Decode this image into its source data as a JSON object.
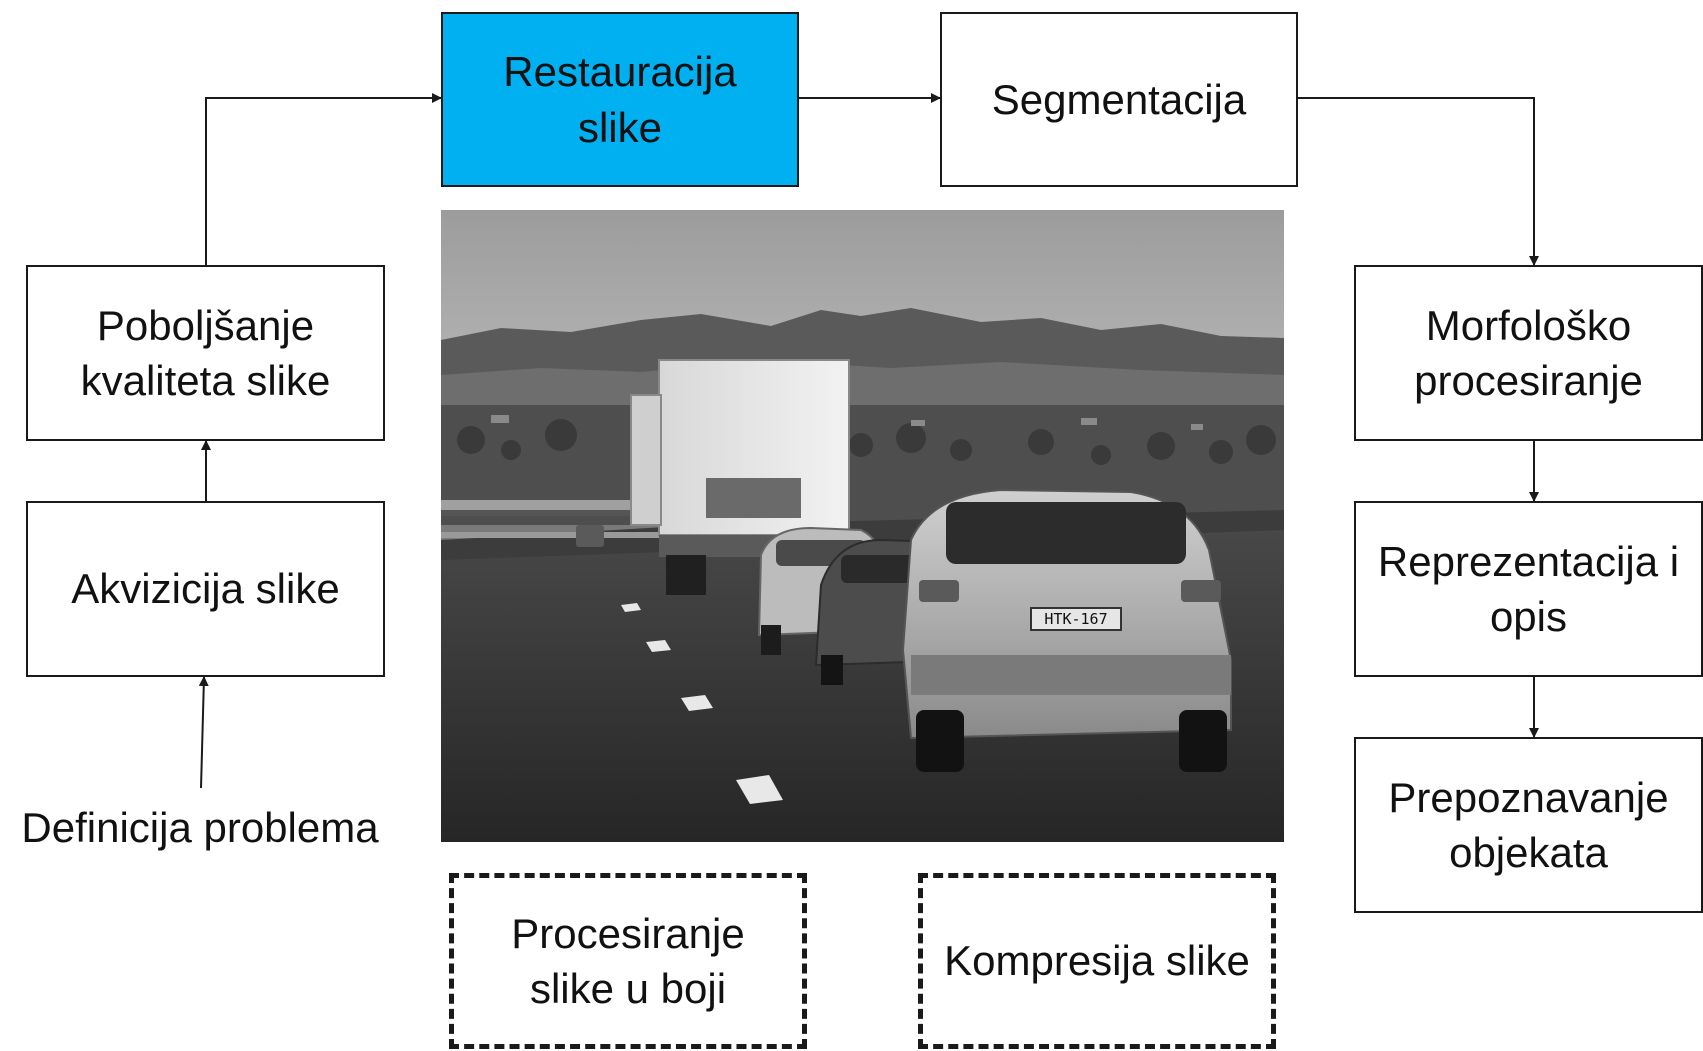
{
  "diagram": {
    "nodes": {
      "problem": "Definicija problema",
      "acquisition": "Akvizicija slike",
      "enhancement": "Poboljšanje\nkvaliteta slike",
      "restoration": "Restauracija\nslike",
      "segmentation": "Segmentacija",
      "morphology": "Morfološko\nprocesiranje",
      "representation": "Reprezentacija i\nopis",
      "recognition": "Prepoznavanje\nobjekata",
      "color_processing": "Procesiranje\nslike u boji",
      "compression": "Kompresija slike"
    },
    "highlight_color": "#00b0f0",
    "photo": {
      "plate_text": "HTK-167"
    }
  }
}
